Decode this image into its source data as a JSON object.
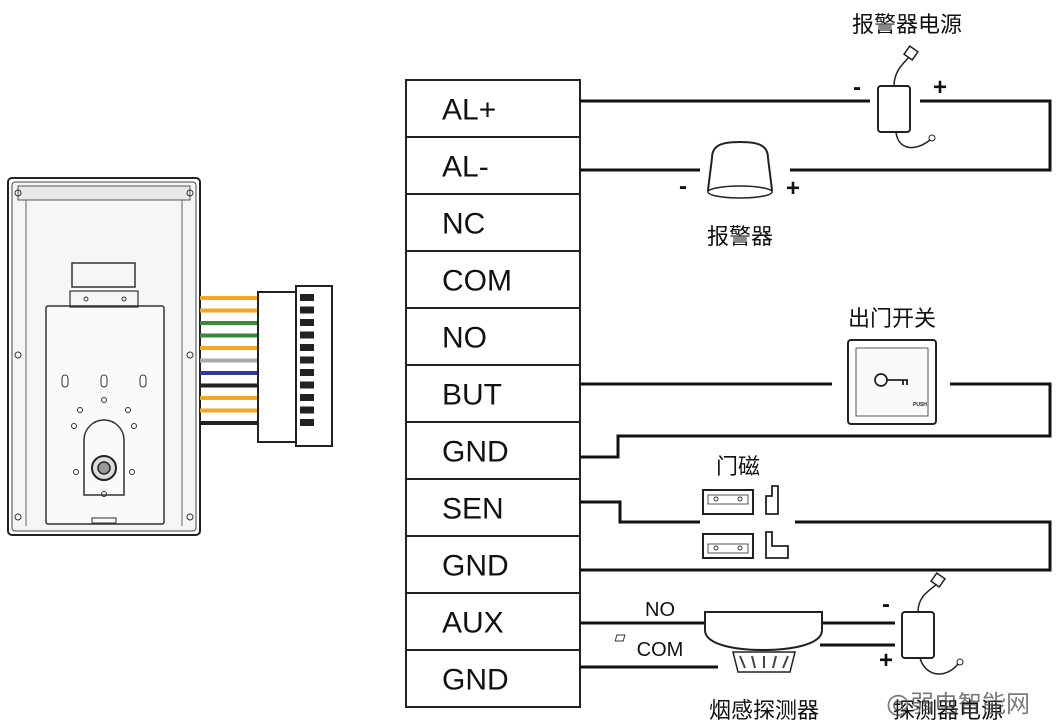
{
  "terminals": [
    "AL+",
    "AL-",
    "NC",
    "COM",
    "NO",
    "BUT",
    "GND",
    "SEN",
    "GND",
    "AUX",
    "GND"
  ],
  "labels": {
    "alarm_power": "报警器电源",
    "alarm": "报警器",
    "exit_switch": "出门开关",
    "door_magnet": "门磁",
    "smoke_detector": "烟感探测器",
    "detector_power": "探测器电源",
    "push": "PUSH",
    "no": "NO",
    "com": "COM"
  },
  "signs": {
    "alarm_power_neg": "-",
    "alarm_power_pos": "+",
    "alarm_neg": "-",
    "alarm_pos": "+",
    "detector_neg": "-",
    "detector_pos": "+"
  },
  "watermark": "@弱电智能网",
  "wire_colors": [
    "#f5a623",
    "#f5a623",
    "#3a8a3a",
    "#3a8a3a",
    "#f5a623",
    "#aaaaaa",
    "#2a3aa0",
    "#222222",
    "#f5a623",
    "#f5a623",
    "#222222"
  ]
}
